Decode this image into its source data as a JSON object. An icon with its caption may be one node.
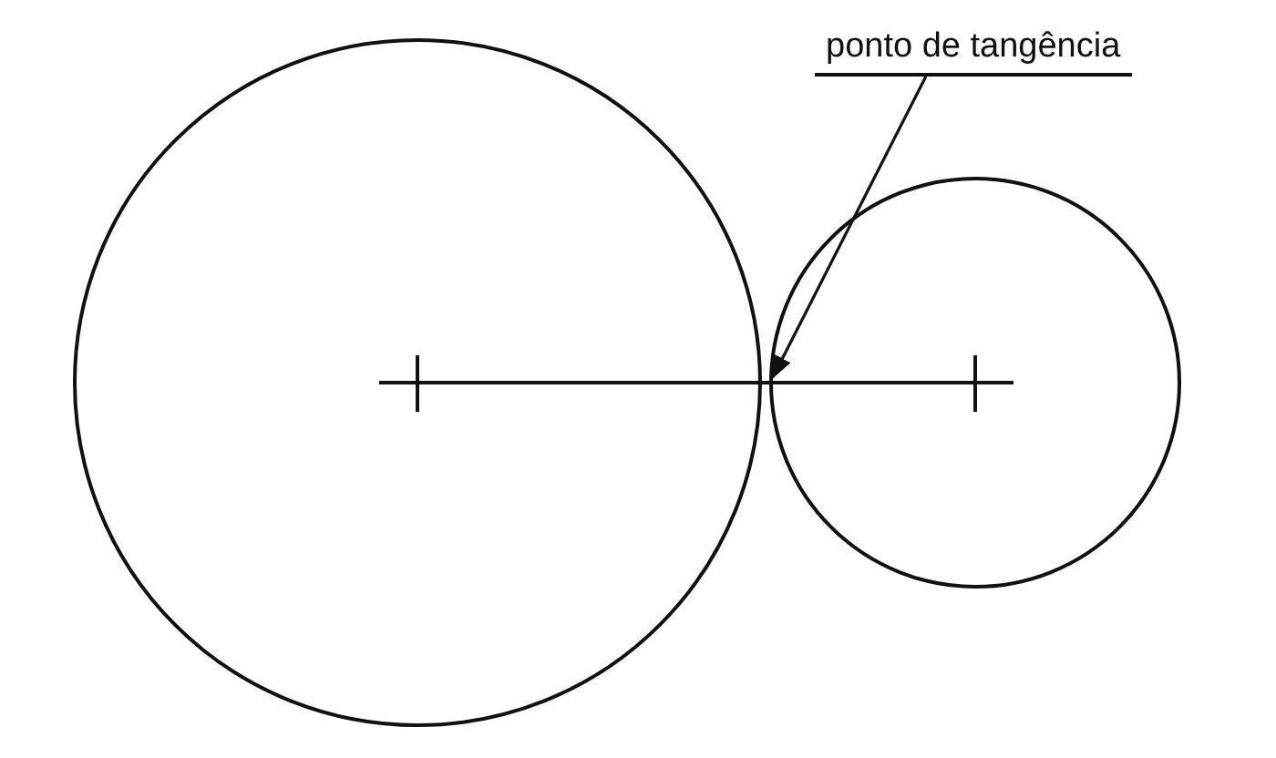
{
  "diagram": {
    "nodes": [
      {
        "text": [],
        "shape": "circle"
      },
      {
        "text": [],
        "shape": "circle"
      },
      {
        "text": [
          "ponto de tangência"
        ]
      }
    ],
    "edges": [
      {
        "from": 2,
        "to": 1,
        "arrow": "to"
      },
      {
        "from": 0,
        "to": 1,
        "arrow": "none"
      }
    ]
  }
}
